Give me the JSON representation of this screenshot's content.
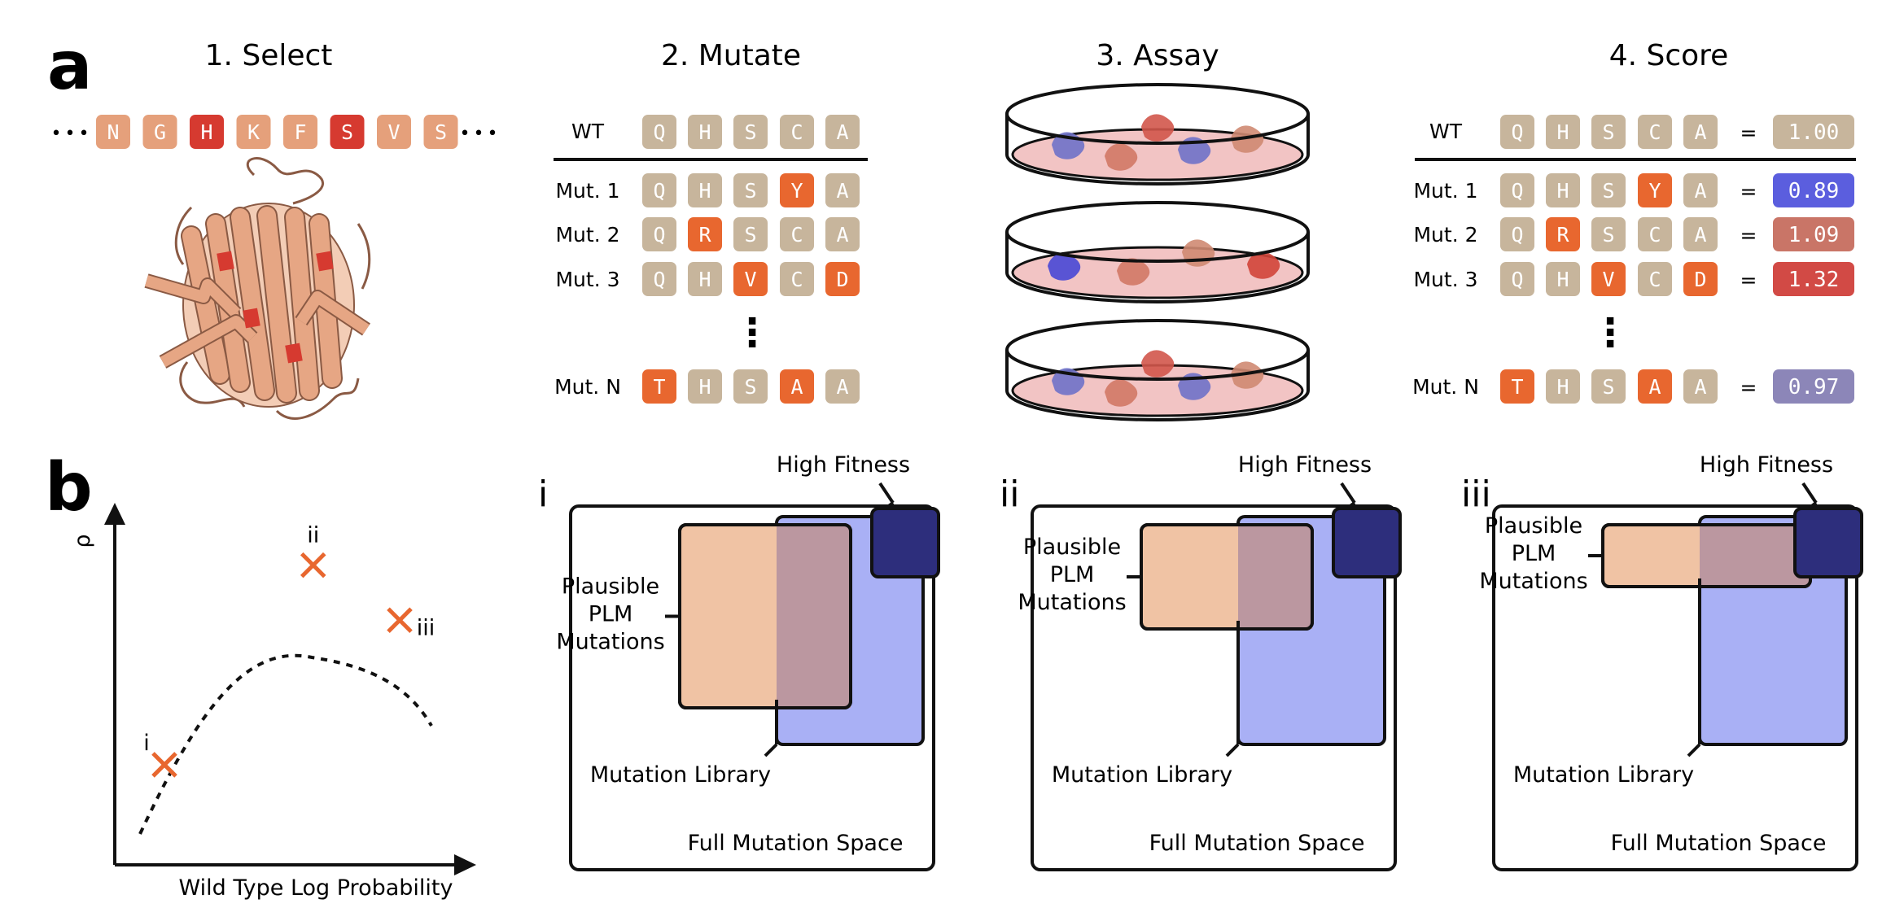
{
  "panel_a": {
    "letter": "a",
    "steps": [
      "1. Select",
      "2. Mutate",
      "3. Assay",
      "4. Score"
    ],
    "select_sequence": [
      "N",
      "G",
      "H",
      "K",
      "F",
      "S",
      "V",
      "S"
    ],
    "select_highlighted": [
      false,
      false,
      true,
      false,
      false,
      true,
      false,
      false
    ],
    "ellipsis": "•••",
    "wt_label": "WT",
    "wt_sequence": [
      "Q",
      "H",
      "S",
      "C",
      "A"
    ],
    "mutants": [
      {
        "label": "Mut. 1",
        "residues": [
          "Q",
          "H",
          "S",
          "Y",
          "A"
        ],
        "mutated": [
          false,
          false,
          false,
          true,
          false
        ],
        "score": "0.89",
        "score_color": "#5b5ede"
      },
      {
        "label": "Mut. 2",
        "residues": [
          "Q",
          "R",
          "S",
          "C",
          "A"
        ],
        "mutated": [
          false,
          true,
          false,
          false,
          false
        ],
        "score": "1.09",
        "score_color": "#c97567"
      },
      {
        "label": "Mut. 3",
        "residues": [
          "Q",
          "H",
          "V",
          "C",
          "D"
        ],
        "mutated": [
          false,
          false,
          true,
          false,
          true
        ],
        "score": "1.32",
        "score_color": "#d24a45"
      },
      {
        "label": "Mut. N",
        "residues": [
          "T",
          "H",
          "S",
          "A",
          "A"
        ],
        "mutated": [
          true,
          false,
          false,
          true,
          false
        ],
        "score": "0.97",
        "score_color": "#8c86b8"
      }
    ],
    "vertical_ellipsis": "⋮",
    "equals": "=",
    "wt_score": "1.00",
    "wt_score_color": "#c7b59c"
  },
  "panel_b": {
    "letter": "b",
    "y_label": "ρ",
    "x_label": "Wild Type Log Probability",
    "points": [
      {
        "label": "i",
        "log_prob": 0.12,
        "rho": 0.22
      },
      {
        "label": "ii",
        "log_prob": 0.55,
        "rho": 0.8
      },
      {
        "label": "iii",
        "log_prob": 0.8,
        "rho": 0.64
      }
    ],
    "venns": [
      {
        "numeral": "i",
        "high_fitness": "High Fitness",
        "plm": [
          "Plausible",
          "PLM",
          "Mutations"
        ],
        "library": "Mutation Library",
        "space": "Full Mutation Space"
      },
      {
        "numeral": "ii",
        "high_fitness": "High Fitness",
        "plm": [
          "Plausible",
          "PLM",
          "Mutations"
        ],
        "library": "Mutation Library",
        "space": "Full Mutation Space"
      },
      {
        "numeral": "iii",
        "high_fitness": "High Fitness",
        "plm": [
          "Plausible",
          "PLM",
          "Mutations"
        ],
        "library": "Mutation Library",
        "space": "Full Mutation Space"
      }
    ]
  },
  "colors": {
    "tan": "#c7b59c",
    "salmon": "#e5a07b",
    "highlight_red": "#d63a30",
    "mutation_orange": "#e8672f",
    "protein": "#e6a684",
    "dish_fill": "#f2c4c4",
    "venn_plm": "#f0c3a4",
    "venn_overlap": "#bb97a0",
    "venn_library": "#a9b0f5",
    "venn_fitness": "#2d2e7c",
    "marker": "#e8672f"
  }
}
